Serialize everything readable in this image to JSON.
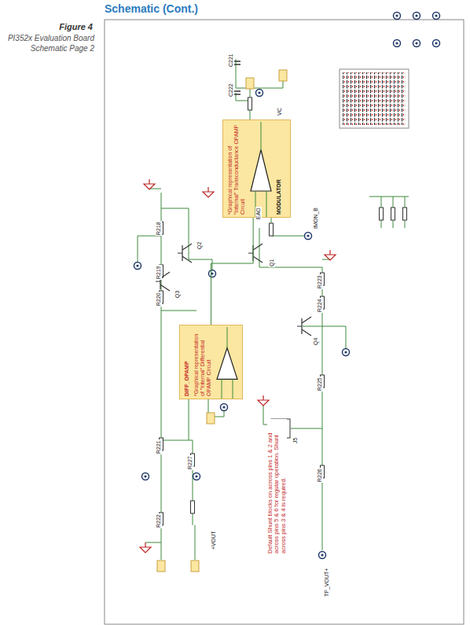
{
  "diagram": {
    "title": "Schematic (Cont.)",
    "nodes": [
      {
        "text": [
          "*Graphical representation of \"Internal\" Transconductance OPAMP Circuit",
          "MODULATOR"
        ]
      },
      {
        "text": [
          "DIFF_OPAMP",
          "*Graphical representation of \"Internal\" Differential OPAMP Circuit"
        ]
      }
    ],
    "edges": [
      {
        "from": 0,
        "to": 1,
        "arrow": "none"
      }
    ],
    "labels": [
      "Figure 4",
      "PI352x Evaluation Board Schematic Page 2",
      "Default Shunt blocks on across pins 1 & 2 and across pins 5 & 6 for regular operation. Shunt across pins 3 & 4 is required.",
      "R218",
      "R219",
      "R220",
      "R221",
      "R222",
      "R223",
      "R224",
      "R225",
      "R226",
      "R227",
      "C221",
      "C222",
      "Q1",
      "Q2",
      "Q3",
      "Q4",
      "J5",
      "TP_VOUT+",
      "+VOUT",
      "IMON_B",
      "VC",
      "EAO"
    ]
  }
}
